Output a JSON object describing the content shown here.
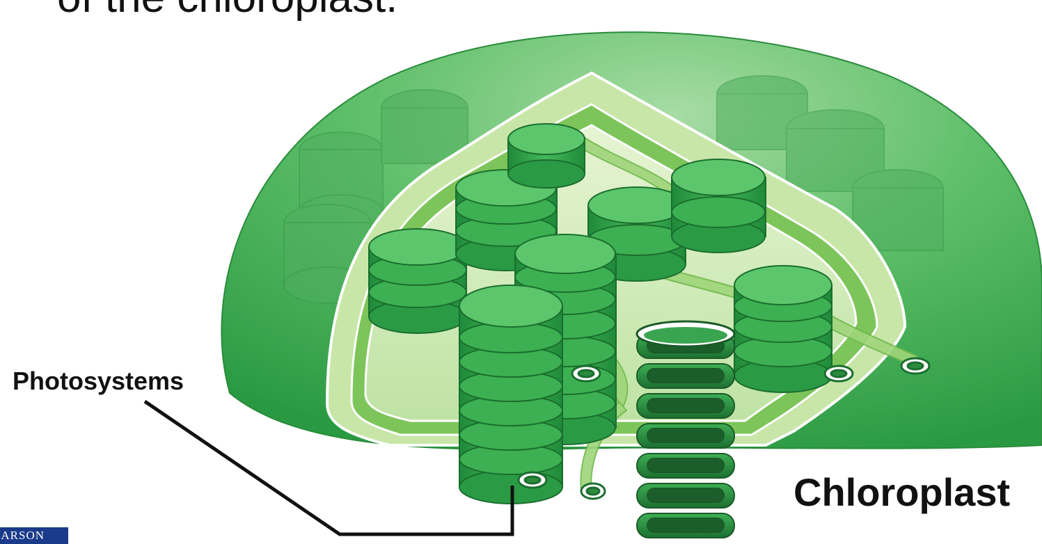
{
  "slide": {
    "title_fragment": "of the chloroplast."
  },
  "figure": {
    "labels": {
      "photosystems": "Photosystems",
      "chloroplast": "Chloroplast"
    },
    "colors": {
      "outer_dark": "#2e9e44",
      "outer_light": "#7fca86",
      "stroma": "#cfe9b8",
      "granum": "#2fa64a",
      "granum_light": "#5cc26a",
      "granum_dark": "#1e7a34",
      "leader_line": "#111111"
    }
  },
  "publisher": {
    "name": "EARSON"
  }
}
